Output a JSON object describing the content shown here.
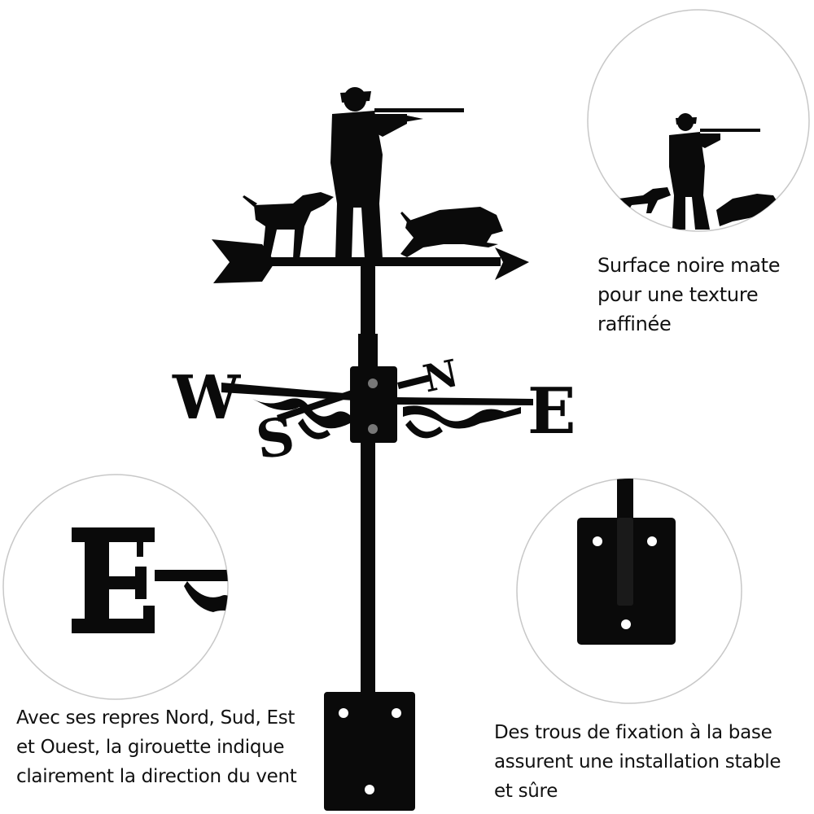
{
  "compass_letters": {
    "west": "W",
    "east": "E",
    "north": "N",
    "south": "S"
  },
  "captions": {
    "top_right": [
      "Surface noire mate",
      "pour une texture",
      "raffinée"
    ],
    "bottom_left": [
      "Avec ses repres Nord, Sud, Est",
      "et Ouest, la girouette indique",
      "clairement la direction du vent"
    ],
    "bottom_right": [
      "Des trous de fixation à la base",
      "assurent une installation stable",
      "et sûre"
    ]
  },
  "colors": {
    "metal": "#0a0a0a",
    "background": "#ffffff",
    "circle_outline": "#c8c8c8",
    "text": "#111111"
  }
}
